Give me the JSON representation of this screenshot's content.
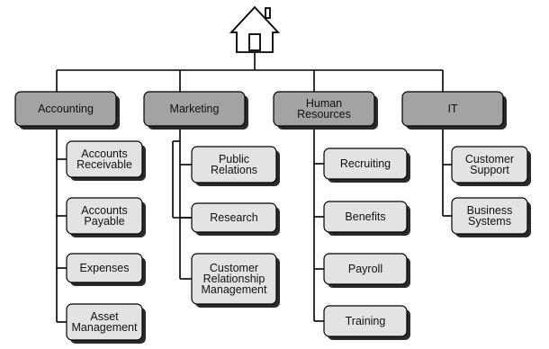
{
  "home": {
    "icon": "home-icon"
  },
  "departments": [
    {
      "id": "accounting",
      "lines": [
        "Accounting"
      ],
      "children": [
        {
          "id": "accounts-receivable",
          "lines": [
            "Accounts",
            "Receivable"
          ]
        },
        {
          "id": "accounts-payable",
          "lines": [
            "Accounts",
            "Payable"
          ]
        },
        {
          "id": "expenses",
          "lines": [
            "Expenses"
          ]
        },
        {
          "id": "asset-management",
          "lines": [
            "Asset",
            "Management"
          ]
        }
      ]
    },
    {
      "id": "marketing",
      "lines": [
        "Marketing"
      ],
      "children": [
        {
          "id": "public-relations",
          "lines": [
            "Public",
            "Relations"
          ]
        },
        {
          "id": "research",
          "lines": [
            "Research"
          ]
        },
        {
          "id": "customer-relationship-management",
          "lines": [
            "Customer",
            "Relationship",
            "Management"
          ]
        }
      ]
    },
    {
      "id": "human-resources",
      "lines": [
        "Human",
        "Resources"
      ],
      "children": [
        {
          "id": "recruiting",
          "lines": [
            "Recruiting"
          ]
        },
        {
          "id": "benefits",
          "lines": [
            "Benefits"
          ]
        },
        {
          "id": "payroll",
          "lines": [
            "Payroll"
          ]
        },
        {
          "id": "training",
          "lines": [
            "Training"
          ]
        }
      ]
    },
    {
      "id": "it",
      "lines": [
        "IT"
      ],
      "children": [
        {
          "id": "customer-support",
          "lines": [
            "Customer",
            "Support"
          ]
        },
        {
          "id": "business-systems",
          "lines": [
            "Business",
            "Systems"
          ]
        }
      ]
    }
  ]
}
